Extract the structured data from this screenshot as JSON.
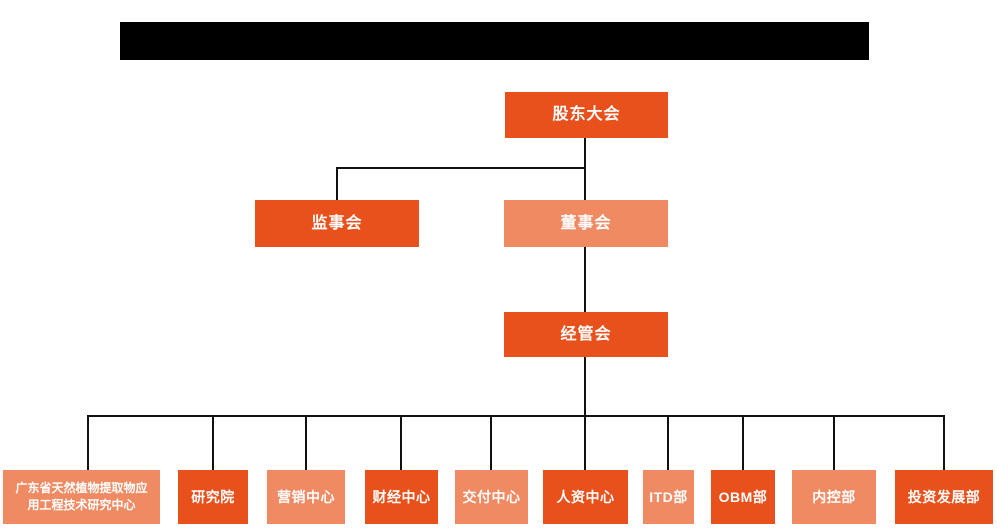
{
  "colors": {
    "primary": "#e8511c",
    "secondary": "#ef8a62",
    "line": "#111111",
    "background": "#ffffff",
    "redaction": "#000000"
  },
  "org": {
    "shareholders": {
      "label": "股东大会"
    },
    "supervisory": {
      "label": "监事会"
    },
    "board": {
      "label": "董事会"
    },
    "management": {
      "label": "经管会"
    },
    "departments": [
      {
        "label": "广东省天然植物提取物应用工程技术研究中心"
      },
      {
        "label": "研究院"
      },
      {
        "label": "营销中心"
      },
      {
        "label": "财经中心"
      },
      {
        "label": "交付中心"
      },
      {
        "label": "人资中心"
      },
      {
        "label": "ITD部"
      },
      {
        "label": "OBM部"
      },
      {
        "label": "内控部"
      },
      {
        "label": "投资发展部"
      }
    ],
    "hierarchy": [
      {
        "from": "股东大会",
        "to": [
          "监事会",
          "董事会"
        ]
      },
      {
        "from": "董事会",
        "to": [
          "经管会"
        ]
      },
      {
        "from": "经管会",
        "to": [
          "广东省天然植物提取物应用工程技术研究中心",
          "研究院",
          "营销中心",
          "财经中心",
          "交付中心",
          "人资中心",
          "ITD部",
          "OBM部",
          "内控部",
          "投资发展部"
        ]
      }
    ]
  }
}
